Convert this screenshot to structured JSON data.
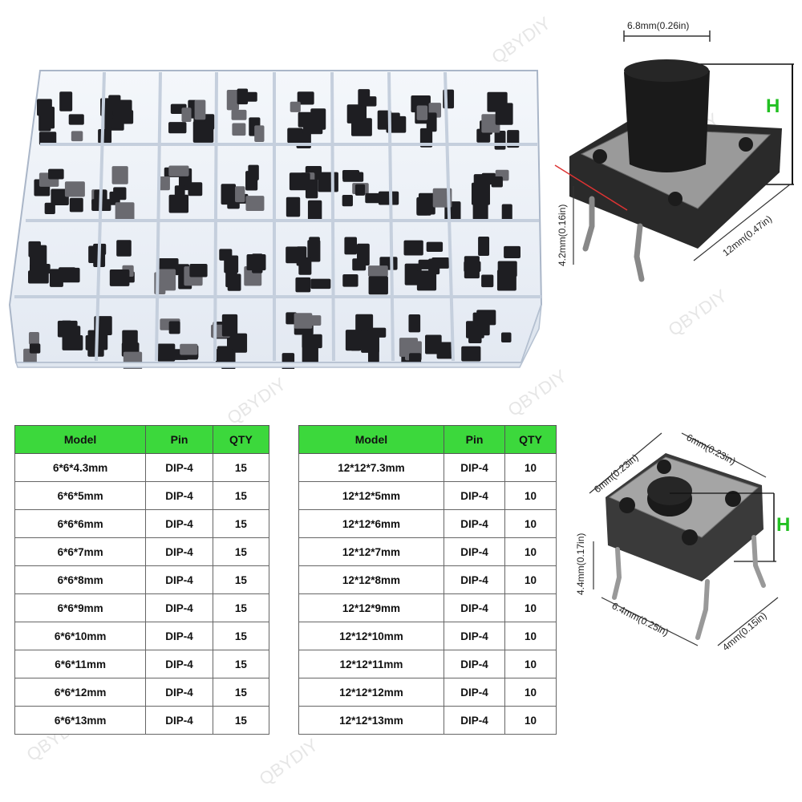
{
  "product_photo": {
    "watermark": "QBYDIY"
  },
  "big_switch": {
    "dim_top": "6.8mm(0.26in)",
    "dim_side": "12mm(0.47in)",
    "dim_pin": "4.2mm(0.16in)",
    "height_label": "H"
  },
  "small_switch": {
    "dim_top_left": "6mm(0.23in)",
    "dim_top_right": "6mm(0.23in)",
    "dim_pin": "4.4mm(0.17in)",
    "dim_bottom": "6.4mm(0.25in)",
    "dim_pin_spacing": "4mm(0.15in)",
    "height_label": "H"
  },
  "table_left": {
    "headers": [
      "Model",
      "Pin",
      "QTY"
    ],
    "rows": [
      [
        "6*6*4.3mm",
        "DIP-4",
        "15"
      ],
      [
        "6*6*5mm",
        "DIP-4",
        "15"
      ],
      [
        "6*6*6mm",
        "DIP-4",
        "15"
      ],
      [
        "6*6*7mm",
        "DIP-4",
        "15"
      ],
      [
        "6*6*8mm",
        "DIP-4",
        "15"
      ],
      [
        "6*6*9mm",
        "DIP-4",
        "15"
      ],
      [
        "6*6*10mm",
        "DIP-4",
        "15"
      ],
      [
        "6*6*11mm",
        "DIP-4",
        "15"
      ],
      [
        "6*6*12mm",
        "DIP-4",
        "15"
      ],
      [
        "6*6*13mm",
        "DIP-4",
        "15"
      ]
    ]
  },
  "table_right": {
    "headers": [
      "Model",
      "Pin",
      "QTY"
    ],
    "rows": [
      [
        "12*12*7.3mm",
        "DIP-4",
        "10"
      ],
      [
        "12*12*5mm",
        "DIP-4",
        "10"
      ],
      [
        "12*12*6mm",
        "DIP-4",
        "10"
      ],
      [
        "12*12*7mm",
        "DIP-4",
        "10"
      ],
      [
        "12*12*8mm",
        "DIP-4",
        "10"
      ],
      [
        "12*12*9mm",
        "DIP-4",
        "10"
      ],
      [
        "12*12*10mm",
        "DIP-4",
        "10"
      ],
      [
        "12*12*11mm",
        "DIP-4",
        "10"
      ],
      [
        "12*12*12mm",
        "DIP-4",
        "10"
      ],
      [
        "12*12*13mm",
        "DIP-4",
        "10"
      ]
    ]
  },
  "colors": {
    "header_green": "#3cd83c",
    "h_label_green": "#22c022"
  }
}
